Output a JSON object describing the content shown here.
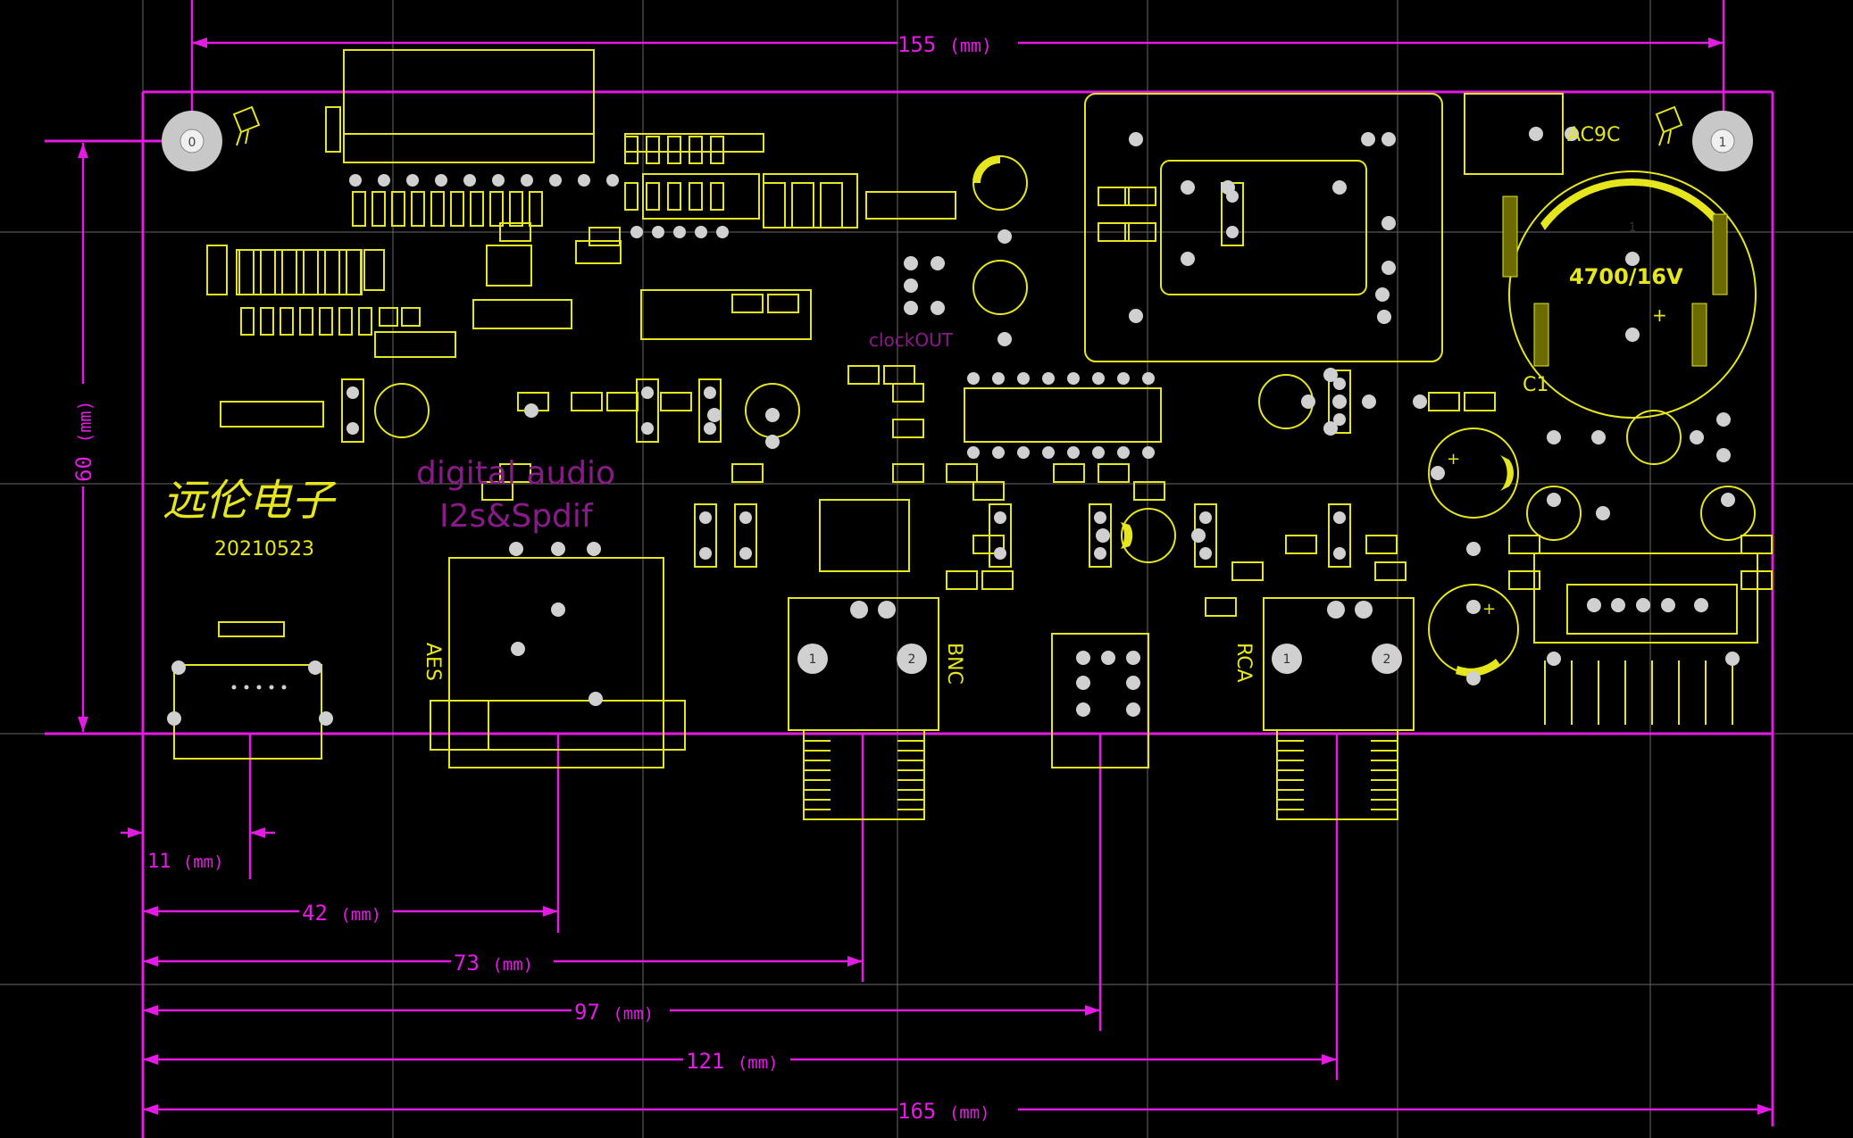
{
  "colors": {
    "background": "#000000",
    "grid": "#8a8a8a",
    "dimension": "#e31be3",
    "silkscreen": "#e6e61e",
    "pad": "#c8c8c8",
    "logo_text": "#8a1a8a"
  },
  "dimensions": {
    "unit": "(mm)",
    "top_width": "155",
    "height": "60",
    "offset_usb": "11",
    "offset_aes": "42",
    "offset_bnc": "73",
    "offset_optical": "97",
    "offset_rca": "121",
    "total_width": "165"
  },
  "mounting_holes": {
    "left_label": "0",
    "right_label": "1"
  },
  "silkscreen": {
    "date": "20210523",
    "brand_chinese": "远伦电子",
    "product_line1": "digital audio",
    "product_line2": "I2s&Spdif",
    "clock_out": "clockOUT",
    "ac_label": "AC9C",
    "capacitor_value": "4700/16V",
    "capacitor_ref": "C1",
    "aes_label": "AES",
    "bnc_label": "BNC",
    "rca_label": "RCA",
    "pin_1": "1",
    "pin_2": "2",
    "plus": "+"
  }
}
